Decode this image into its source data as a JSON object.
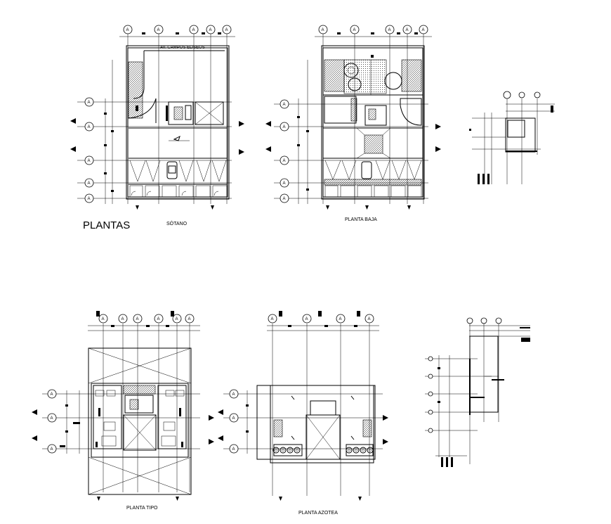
{
  "main_title": "PLANTAS",
  "street_label": "AV. CAMPOS ELISEOS",
  "axis_tag": "A",
  "plans": [
    {
      "id": "sotano",
      "label": "SÓTANO"
    },
    {
      "id": "planta-baja",
      "label": "PLANTA   BAJA"
    },
    {
      "id": "planta-tipo",
      "label": "PLANTA TIPO"
    },
    {
      "id": "planta-azotea",
      "label": "PLANTA AZOTEA"
    }
  ]
}
